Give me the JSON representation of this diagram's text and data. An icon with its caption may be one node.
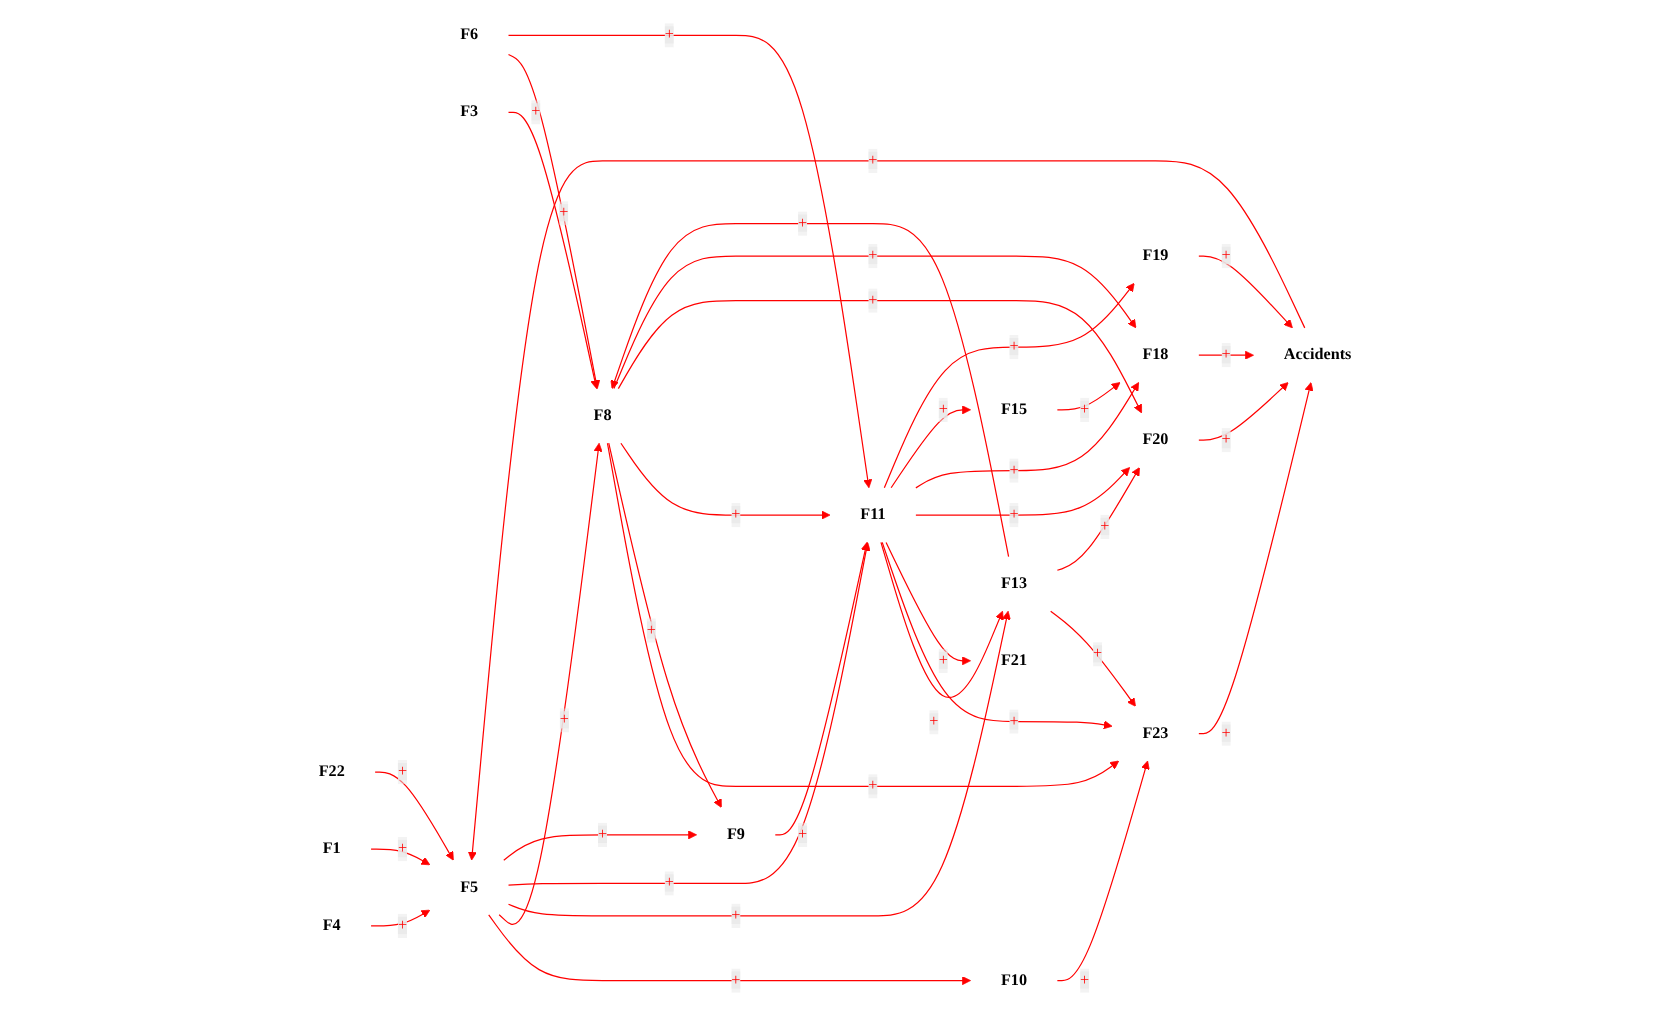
{
  "diagram": {
    "nodes": [
      {
        "text": [
          "F22"
        ]
      },
      {
        "text": [
          "F19"
        ]
      },
      {
        "text": [
          "F23"
        ]
      },
      {
        "text": [
          "F21"
        ]
      },
      {
        "text": [
          "F20"
        ]
      },
      {
        "text": [
          "F6"
        ]
      },
      {
        "text": [
          "F18"
        ]
      },
      {
        "text": [
          "F3"
        ]
      },
      {
        "text": [
          "F8"
        ]
      },
      {
        "text": [
          "F4"
        ]
      },
      {
        "text": [
          "F5"
        ]
      },
      {
        "text": [
          "F10"
        ]
      },
      {
        "text": [
          "F13"
        ]
      },
      {
        "text": [
          "F15"
        ]
      },
      {
        "text": [
          "Accidents"
        ]
      },
      {
        "text": [
          "F1"
        ]
      },
      {
        "text": [
          "F11"
        ]
      },
      {
        "text": [
          "F9"
        ]
      }
    ],
    "edges": [
      {
        "from": 9,
        "to": 10,
        "arrow": "to",
        "label": "+"
      },
      {
        "from": 15,
        "to": 10,
        "arrow": "to",
        "label": "+"
      },
      {
        "from": 0,
        "to": 10,
        "arrow": "to",
        "label": "+"
      },
      {
        "from": 14,
        "to": 10,
        "arrow": "to",
        "label": "+"
      },
      {
        "from": 10,
        "to": 11,
        "arrow": "to",
        "label": "+"
      },
      {
        "from": 11,
        "to": 2,
        "arrow": "to",
        "label": "+"
      },
      {
        "from": 10,
        "to": 8,
        "arrow": "to",
        "label": "+"
      },
      {
        "from": 10,
        "to": 12,
        "arrow": "to",
        "label": "+"
      },
      {
        "from": 10,
        "to": 16,
        "arrow": "to",
        "label": "+"
      },
      {
        "from": 10,
        "to": 17,
        "arrow": "to",
        "label": "+"
      },
      {
        "from": 5,
        "to": 8,
        "arrow": "to",
        "label": "+"
      },
      {
        "from": 5,
        "to": 16,
        "arrow": "to",
        "label": "+"
      },
      {
        "from": 7,
        "to": 8,
        "arrow": "to",
        "label": "+"
      },
      {
        "from": 8,
        "to": 2,
        "arrow": "to",
        "label": "+"
      },
      {
        "from": 8,
        "to": 17,
        "arrow": "to",
        "label": "+"
      },
      {
        "from": 8,
        "to": 16,
        "arrow": "to",
        "label": "+"
      },
      {
        "from": 8,
        "to": 4,
        "arrow": "to",
        "label": "+"
      },
      {
        "from": 8,
        "to": 6,
        "arrow": "to",
        "label": "+"
      },
      {
        "from": 12,
        "to": 8,
        "arrow": "to",
        "label": "+"
      },
      {
        "from": 12,
        "to": 2,
        "arrow": "to",
        "label": "+"
      },
      {
        "from": 12,
        "to": 4,
        "arrow": "to",
        "label": "+"
      },
      {
        "from": 16,
        "to": 12,
        "arrow": "to",
        "label": "+"
      },
      {
        "from": 16,
        "to": 2,
        "arrow": "to",
        "label": "+"
      },
      {
        "from": 16,
        "to": 3,
        "arrow": "to",
        "label": "+"
      },
      {
        "from": 16,
        "to": 4,
        "arrow": "to",
        "label": "+"
      },
      {
        "from": 16,
        "to": 6,
        "arrow": "to",
        "label": "+"
      },
      {
        "from": 16,
        "to": 13,
        "arrow": "to",
        "label": "+"
      },
      {
        "from": 16,
        "to": 1,
        "arrow": "to",
        "label": "+"
      },
      {
        "from": 17,
        "to": 16,
        "arrow": "to",
        "label": "+"
      },
      {
        "from": 13,
        "to": 6,
        "arrow": "to",
        "label": "+"
      },
      {
        "from": 6,
        "to": 14,
        "arrow": "to",
        "label": "+"
      },
      {
        "from": 1,
        "to": 14,
        "arrow": "to",
        "label": "+"
      },
      {
        "from": 4,
        "to": 14,
        "arrow": "to",
        "label": "+"
      },
      {
        "from": 2,
        "to": 14,
        "arrow": "to",
        "label": "+"
      }
    ]
  }
}
